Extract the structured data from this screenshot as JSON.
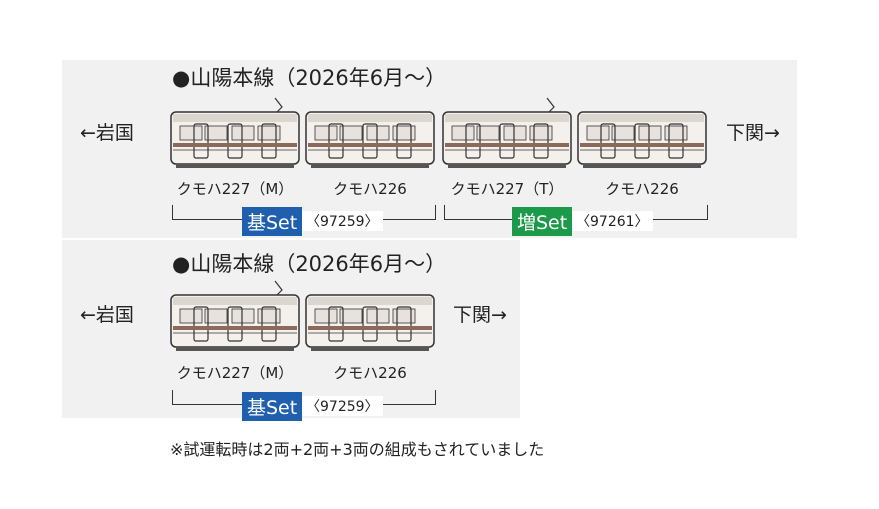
{
  "formations": [
    {
      "heading": "●山陽本線（2026年6月～）",
      "left_direction": "←岩国",
      "right_direction": "下関→",
      "cars": [
        {
          "name": "クモハ227（M）"
        },
        {
          "name": "クモハ226"
        },
        {
          "name": "クモハ227（T）"
        },
        {
          "name": "クモハ226"
        }
      ],
      "sets": [
        {
          "label": "基Set",
          "number": "〈97259〉",
          "color": "#1f5fae"
        },
        {
          "label": "増Set",
          "number": "〈97261〉",
          "color": "#1c9a4a"
        }
      ]
    },
    {
      "heading": "●山陽本線（2026年6月～）",
      "left_direction": "←岩国",
      "right_direction": "下関→",
      "cars": [
        {
          "name": "クモハ227（M）"
        },
        {
          "name": "クモハ226"
        }
      ],
      "sets": [
        {
          "label": "基Set",
          "number": "〈97259〉",
          "color": "#1f5fae"
        }
      ]
    }
  ],
  "note": "※試運転時は2両+2両+3両の組成もされていました",
  "colors": {
    "body": "#f4f0ec",
    "stripe": "#8a6a5a",
    "panel": "#f1f1f1",
    "outline": "#333333"
  }
}
